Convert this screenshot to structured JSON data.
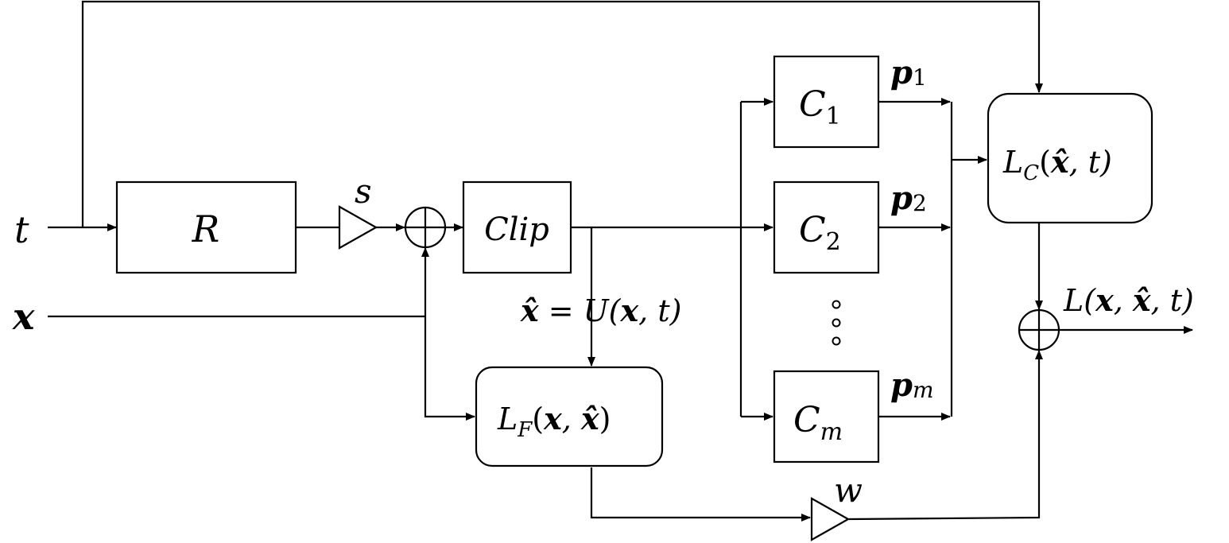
{
  "inputs": {
    "t": "t",
    "x": "x"
  },
  "blocks": {
    "R": "R",
    "clip": "Clip",
    "lf": {
      "main": "L",
      "sub": "F",
      "args": "(",
      "x": "x",
      "comma": ", ",
      "xhat": "x̂",
      "close": ")"
    },
    "lc": {
      "main": "L",
      "sub": "C",
      "open": "(",
      "xhat": "x̂",
      "rest": ", t)"
    },
    "classifiers": [
      {
        "main": "C",
        "sub": "1"
      },
      {
        "main": "C",
        "sub": "2"
      },
      {
        "main": "C",
        "sub": "m"
      }
    ]
  },
  "gains": {
    "s": "s",
    "w": "w"
  },
  "signals": {
    "p": [
      {
        "main": "p",
        "sub": "1"
      },
      {
        "main": "p",
        "sub": "2"
      },
      {
        "main": "p",
        "sub": "m"
      }
    ],
    "u_label": {
      "xhat": "x̂",
      "eq": " = U(",
      "x": "x",
      "rest": ", t)"
    },
    "output": {
      "main": "L(",
      "x": "x",
      "comma": ", ",
      "xhat": "x̂",
      "rest": ", t)"
    }
  }
}
